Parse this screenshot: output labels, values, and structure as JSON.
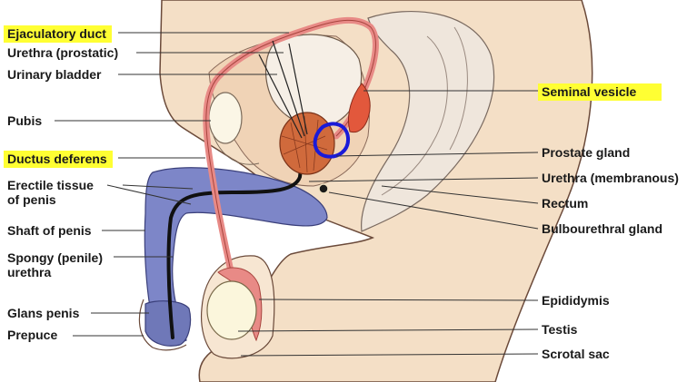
{
  "labels_left": [
    {
      "key": "ejaculatory_duct",
      "text": "Ejaculatory duct",
      "highlighted": true
    },
    {
      "key": "urethra_prostatic",
      "text": "Urethra (prostatic)",
      "highlighted": false
    },
    {
      "key": "urinary_bladder",
      "text": "Urinary bladder",
      "highlighted": false
    },
    {
      "key": "pubis",
      "text": "Pubis",
      "highlighted": false
    },
    {
      "key": "ductus_deferens",
      "text": "Ductus deferens",
      "highlighted": true
    },
    {
      "key": "erectile_tissue",
      "text": "Erectile tissue\nof penis",
      "highlighted": false
    },
    {
      "key": "shaft_of_penis",
      "text": "Shaft of penis",
      "highlighted": false
    },
    {
      "key": "spongy_urethra",
      "text": "Spongy (penile)\nurethra",
      "highlighted": false
    },
    {
      "key": "glans_penis",
      "text": "Glans penis",
      "highlighted": false
    },
    {
      "key": "prepuce",
      "text": "Prepuce",
      "highlighted": false
    }
  ],
  "labels_right": [
    {
      "key": "seminal_vesicle",
      "text": "Seminal vesicle",
      "highlighted": true
    },
    {
      "key": "prostate_gland",
      "text": "Prostate gland",
      "highlighted": false
    },
    {
      "key": "urethra_membranous",
      "text": "Urethra (membranous)",
      "highlighted": false
    },
    {
      "key": "rectum",
      "text": "Rectum",
      "highlighted": false
    },
    {
      "key": "bulbourethral_gland",
      "text": "Bulbourethral gland",
      "highlighted": false
    },
    {
      "key": "epididymis",
      "text": "Epididymis",
      "highlighted": false
    },
    {
      "key": "testis",
      "text": "Testis",
      "highlighted": false
    },
    {
      "key": "scrotal_sac",
      "text": "Scrotal sac",
      "highlighted": false
    }
  ],
  "colors": {
    "highlight": "#ffff33",
    "skin": "#f4dfc6",
    "bone": "#fbf6e6",
    "duct": "#e88a86",
    "prostate": "#d06a3c",
    "erectile": "#7d86c8",
    "urethra": "#111111",
    "annotation_circle": "#1a1ad8"
  }
}
